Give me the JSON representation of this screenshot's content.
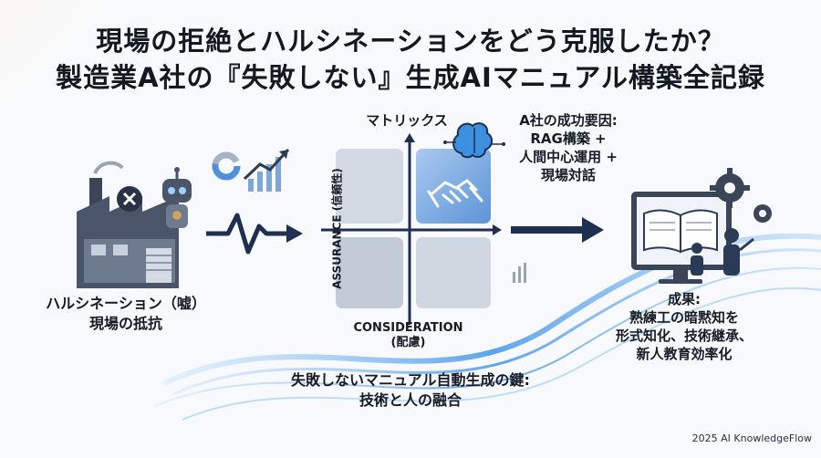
{
  "title": {
    "line1": "現場の拒絶とハルシネーションをどう克服したか？",
    "line2": "製造業A社の『失敗しない』生成AIマニュアル構築全記録"
  },
  "matrix": {
    "title": "マトリックス",
    "y_axis": "ASSURANCE (信頼性)",
    "x_axis_line1": "CONSIDERATION",
    "x_axis_line2": "(配慮)"
  },
  "success_factors": {
    "line1": "A社の成功要因:",
    "line2": "RAG構築 +",
    "line3": "人間中心運用 +",
    "line4": "現場対話"
  },
  "problem": {
    "line1": "ハルシネーション（嘘）",
    "line2": "現場の抵抗"
  },
  "key": {
    "line1": "失敗しないマニュアル自動生成の鍵:",
    "line2": "技術と人の融合"
  },
  "result": {
    "line1": "成果:",
    "line2": "熟練工の暗黙知を",
    "line3": "形式知化、技術継承、",
    "line4": "新人教育効率化"
  },
  "footer": "2025 AI KnowledgeFlow",
  "colors": {
    "accent_blue": "#2f6fd0",
    "navy": "#1e2f4f",
    "wave": "#6fb3f2",
    "tile": "#c9d1dd"
  }
}
